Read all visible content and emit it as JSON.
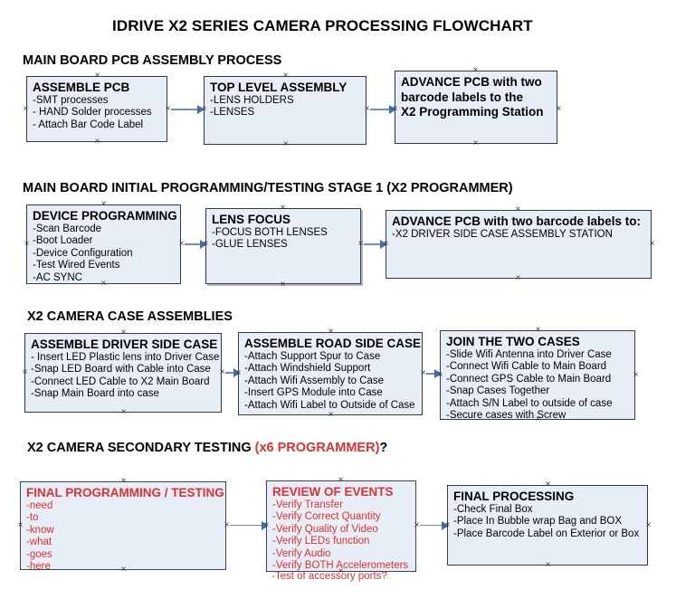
{
  "document": {
    "title": "IDRIVE X2  SERIES CAMERA PROCESSING FLOWCHART"
  },
  "sections": [
    {
      "id": "main-board-pcb-assembly",
      "title": "MAIN BOARD PCB ASSEMBLY PROCESS"
    },
    {
      "id": "main-board-initial-programming",
      "title": "MAIN BOARD INITIAL PROGRAMMING/TESTING STAGE 1 (X2 PROGRAMMER)"
    },
    {
      "id": "x2-camera-case-assemblies",
      "title": "X2 CAMERA CASE ASSEMBLIES"
    },
    {
      "id": "x2-camera-secondary-testing",
      "title_black": "X2 CAMERA SECONDARY TESTING ",
      "title_red": "(x6 PROGRAMMER)",
      "title_tail": "?"
    }
  ],
  "boxes": {
    "assemble_pcb": {
      "heading": "ASSEMBLE PCB",
      "lines": [
        "-SMT processes",
        "- HAND Solder processes",
        "- Attach Bar Code Label"
      ]
    },
    "top_level_assembly": {
      "heading": "TOP LEVEL ASSEMBLY",
      "lines": [
        "-LENS HOLDERS",
        "-LENSES"
      ]
    },
    "advance_pcb_station": {
      "line1": "ADVANCE PCB with two",
      "line2": "barcode labels to the",
      "line3": " X2 Programming Station"
    },
    "device_programming": {
      "heading": "DEVICE PROGRAMMING",
      "lines": [
        "-Scan Barcode",
        "-Boot Loader",
        "-Device Configuration",
        "-Test Wired Events",
        "-AC SYNC"
      ]
    },
    "lens_focus": {
      "heading": "LENS FOCUS",
      "lines": [
        "-FOCUS BOTH LENSES",
        "-GLUE LENSES"
      ]
    },
    "advance_pcb_driver_case": {
      "heading": "ADVANCE PCB with two barcode labels to:",
      "lines": [
        "-X2 DRIVER  SIDE  CASE  ASSEMBLY STATION"
      ]
    },
    "assemble_driver_side_case": {
      "heading": "ASSEMBLE DRIVER SIDE CASE",
      "lines": [
        "- Insert LED Plastic lens into Driver Case",
        "-Snap LED Board with Cable into Case",
        "-Connect LED Cable to X2 Main Board",
        "-Snap Main Board into case"
      ]
    },
    "assemble_road_side_case": {
      "heading": "ASSEMBLE ROAD SIDE CASE",
      "lines": [
        "-Attach Support Spur to Case",
        "-Attach Windshield Support",
        "-Attach Wifi Assembly to Case",
        "-Insert GPS Module into Case",
        "-Attach Wifi Label to Outside of Case"
      ]
    },
    "join_the_two_cases": {
      "heading": "JOIN THE TWO CASES",
      "lines": [
        "-Slide Wifi Antenna into Driver Case",
        "-Connect Wifi Cable to Main Board",
        "-Connect GPS Cable to Main Board",
        "-Snap Cases Together",
        "-Attach S/N Label to outside of case",
        "-Secure cases with Screw"
      ]
    },
    "final_programming_testing": {
      "heading": "FINAL PROGRAMMING / TESTING",
      "lines": [
        "-need",
        "-to",
        "-know",
        "-what",
        "-goes",
        "-here"
      ]
    },
    "review_of_events": {
      "heading": "REVIEW OF EVENTS",
      "lines": [
        "-Verify Transfer",
        "-Verify Correct Quantity",
        "-Verify Quality of Video",
        "-Verify LEDs function",
        "-Verify Audio",
        "-Verify BOTH Accelerometers"
      ],
      "overflow_line": "-Test of accessory ports?"
    },
    "final_processing": {
      "heading": "FINAL PROCESSING",
      "lines": [
        "-Check Final Box",
        "-Place In Bubble wrap Bag and BOX",
        "-Place Barcode Label on Exterior or Box"
      ]
    }
  },
  "colors": {
    "box_fill": "#e8eef7",
    "box_border": "#333a42",
    "connector": "#6e90b4",
    "arrow_head": "#3f6fa8",
    "red_text": "#e03030",
    "black_text": "#000000"
  }
}
